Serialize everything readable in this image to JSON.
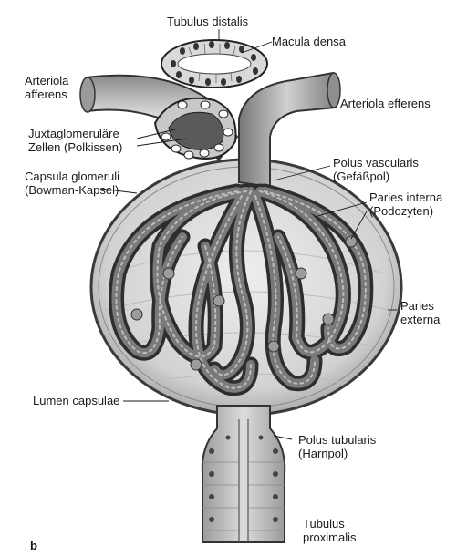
{
  "panel_letter": "b",
  "labels": {
    "tubulus_distalis": "Tubulus distalis",
    "macula_densa": "Macula densa",
    "arteriola_afferens": [
      "Arteriola",
      "afferens"
    ],
    "arteriola_efferens": "Arteriola efferens",
    "juxtaglomerulaere_zellen": [
      "Juxtaglomeruläre",
      "Zellen (Polkissen)"
    ],
    "polus_vascularis": [
      "Polus vascularis",
      "(Gefäßpol)"
    ],
    "capsula_glomeruli": [
      "Capsula glomeruli",
      "(Bowman-Kapsel)"
    ],
    "paries_interna": [
      "Paries interna",
      "(Podozyten)"
    ],
    "paries_externa": [
      "Paries",
      "externa"
    ],
    "lumen_capsulae": "Lumen capsulae",
    "polus_tubularis": [
      "Polus tubularis",
      "(Harnpol)"
    ],
    "tubulus_proximalis": [
      "Tubulus",
      "proximalis"
    ]
  },
  "colors": {
    "ink": "#1a1a1a",
    "tissue_dark": "#3a3a3a",
    "tissue_mid": "#6e6e6e",
    "tissue_light": "#b5b5b5",
    "capsule_fill": "#e4e4e4"
  }
}
